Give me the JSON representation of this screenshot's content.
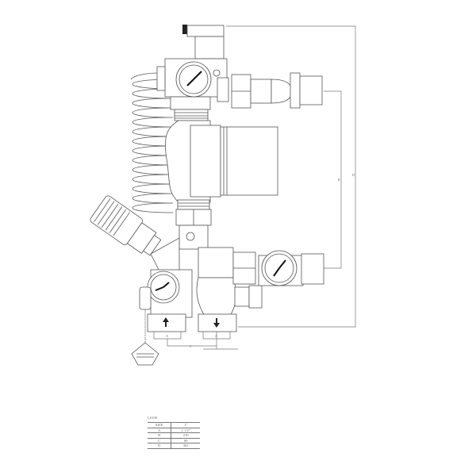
{
  "title": "Pump mixing station technical drawing",
  "dimension_labels": {
    "A": "A",
    "B": "B",
    "C": "C",
    "D": "D"
  },
  "flow_arrows": {
    "left": "up",
    "right": "down"
  },
  "spec_table": {
    "model": "LS100",
    "rows": [
      {
        "key": "SIZE",
        "value": "1\""
      },
      {
        "key": "A",
        "value": "1 1/2\""
      },
      {
        "key": "B",
        "value": "210"
      },
      {
        "key": "C",
        "value": "80"
      },
      {
        "key": "D",
        "value": "302"
      }
    ]
  }
}
